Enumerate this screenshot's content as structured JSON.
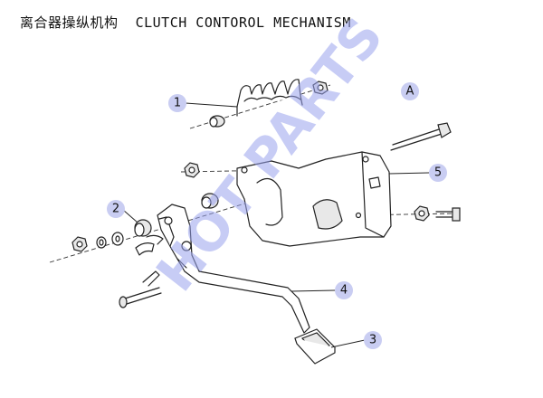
{
  "title": {
    "chinese": "离合器操纵机构",
    "english": "CLUTCH CONTOROL MECHANISM"
  },
  "view_label": "A",
  "callouts": [
    "1",
    "2",
    "3",
    "4",
    "5"
  ],
  "watermark": "HOT PARTS",
  "colors": {
    "callout_fill": "#c9cdf2",
    "watermark": "#9aa3ee",
    "line": "#222222"
  }
}
